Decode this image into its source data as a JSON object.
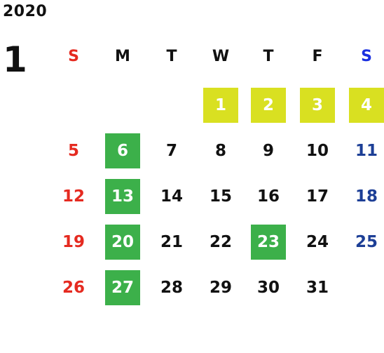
{
  "calendar": {
    "year": "2020",
    "month": "1",
    "weekdays": [
      "S",
      "M",
      "T",
      "W",
      "T",
      "F",
      "S"
    ],
    "days": [
      {
        "day": "1",
        "weekday": 3,
        "week": 0,
        "highlight": "yellow"
      },
      {
        "day": "2",
        "weekday": 4,
        "week": 0,
        "highlight": "yellow"
      },
      {
        "day": "3",
        "weekday": 5,
        "week": 0,
        "highlight": "yellow"
      },
      {
        "day": "4",
        "weekday": 6,
        "week": 0,
        "highlight": "yellow"
      },
      {
        "day": "5",
        "weekday": 0,
        "week": 1,
        "highlight": ""
      },
      {
        "day": "6",
        "weekday": 1,
        "week": 1,
        "highlight": "green"
      },
      {
        "day": "7",
        "weekday": 2,
        "week": 1,
        "highlight": ""
      },
      {
        "day": "8",
        "weekday": 3,
        "week": 1,
        "highlight": ""
      },
      {
        "day": "9",
        "weekday": 4,
        "week": 1,
        "highlight": ""
      },
      {
        "day": "10",
        "weekday": 5,
        "week": 1,
        "highlight": ""
      },
      {
        "day": "11",
        "weekday": 6,
        "week": 1,
        "highlight": ""
      },
      {
        "day": "12",
        "weekday": 0,
        "week": 2,
        "highlight": ""
      },
      {
        "day": "13",
        "weekday": 1,
        "week": 2,
        "highlight": "green"
      },
      {
        "day": "14",
        "weekday": 2,
        "week": 2,
        "highlight": ""
      },
      {
        "day": "15",
        "weekday": 3,
        "week": 2,
        "highlight": ""
      },
      {
        "day": "16",
        "weekday": 4,
        "week": 2,
        "highlight": ""
      },
      {
        "day": "17",
        "weekday": 5,
        "week": 2,
        "highlight": ""
      },
      {
        "day": "18",
        "weekday": 6,
        "week": 2,
        "highlight": ""
      },
      {
        "day": "19",
        "weekday": 0,
        "week": 3,
        "highlight": ""
      },
      {
        "day": "20",
        "weekday": 1,
        "week": 3,
        "highlight": "green"
      },
      {
        "day": "21",
        "weekday": 2,
        "week": 3,
        "highlight": ""
      },
      {
        "day": "22",
        "weekday": 3,
        "week": 3,
        "highlight": ""
      },
      {
        "day": "23",
        "weekday": 4,
        "week": 3,
        "highlight": "green"
      },
      {
        "day": "24",
        "weekday": 5,
        "week": 3,
        "highlight": ""
      },
      {
        "day": "25",
        "weekday": 6,
        "week": 3,
        "highlight": ""
      },
      {
        "day": "26",
        "weekday": 0,
        "week": 4,
        "highlight": ""
      },
      {
        "day": "27",
        "weekday": 1,
        "week": 4,
        "highlight": "green"
      },
      {
        "day": "28",
        "weekday": 2,
        "week": 4,
        "highlight": ""
      },
      {
        "day": "29",
        "weekday": 3,
        "week": 4,
        "highlight": ""
      },
      {
        "day": "30",
        "weekday": 4,
        "week": 4,
        "highlight": ""
      },
      {
        "day": "31",
        "weekday": 5,
        "week": 4,
        "highlight": ""
      }
    ]
  },
  "colors": {
    "sunday": "#e52a20",
    "saturday_header": "#1a2fe0",
    "saturday": "#1d3f96",
    "weekday": "#111111",
    "highlight_yellow": "#d9e021",
    "highlight_green": "#3cb04a",
    "highlight_text": "#ffffff"
  }
}
